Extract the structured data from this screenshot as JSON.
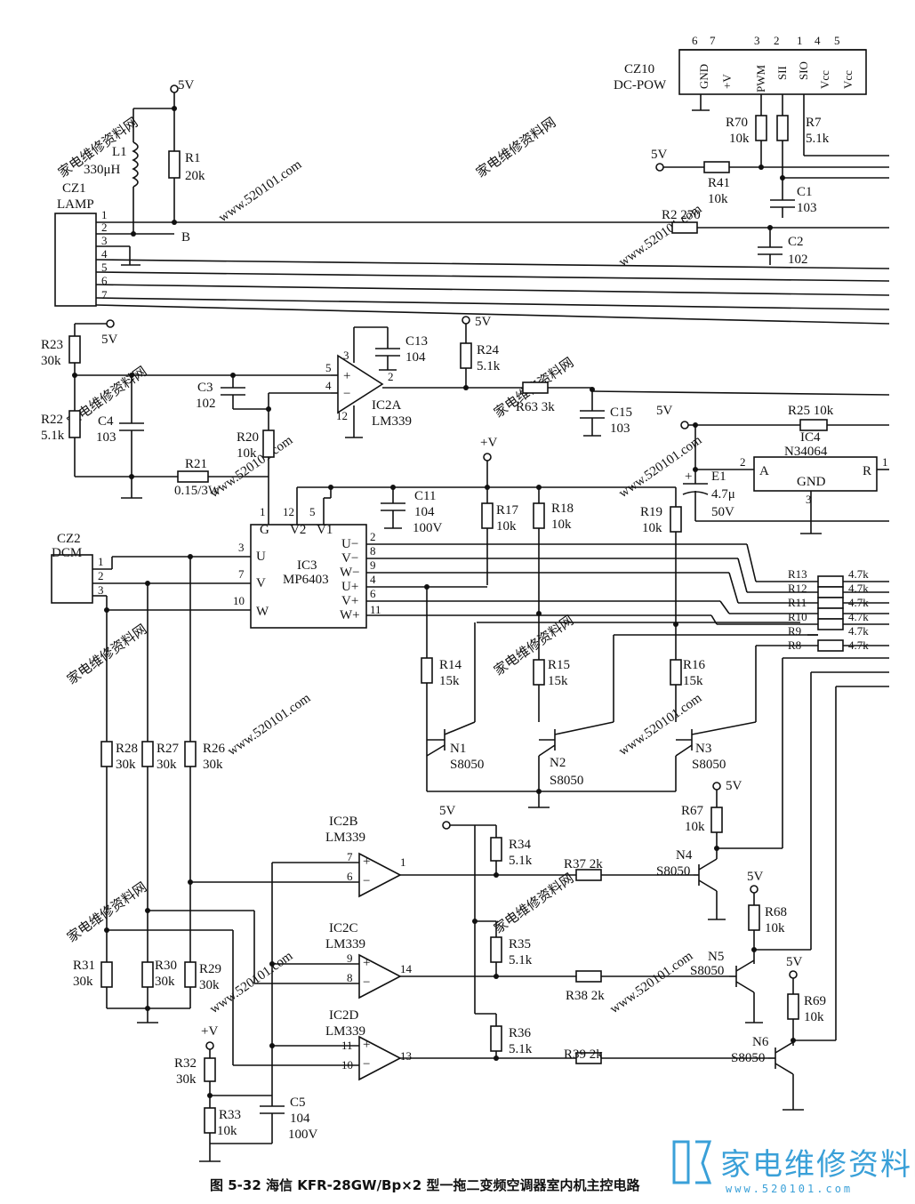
{
  "caption": "图 5-32   海信 KFR-28GW/Bp×2 型一拖二变频空调器室内机主控电路",
  "watermark": {
    "site_cn": "家电维修资料网",
    "url": "www.520101.com",
    "logo_text": "家电维修资料网",
    "logo_url": "www.520101.com"
  },
  "connectors": {
    "cz10": {
      "name": "CZ10",
      "sub": "DC-POW",
      "pins": [
        "6",
        "7",
        "3",
        "2",
        "1",
        "4",
        "5"
      ],
      "signals": [
        "GND",
        "+V",
        "PWM",
        "SII",
        "SIO",
        "Vcc",
        "Vcc"
      ]
    },
    "cz1": {
      "name": "CZ1",
      "sub": "LAMP",
      "pins": [
        "1",
        "2",
        "3",
        "4",
        "5",
        "6",
        "7"
      ]
    },
    "cz2": {
      "name": "CZ2",
      "sub": "DCM",
      "pins": [
        "1",
        "2",
        "3"
      ]
    }
  },
  "supplies": {
    "v5": "5V",
    "vplus": "+V",
    "node_b": "B"
  },
  "parts": {
    "l1": [
      "L1",
      "330μH"
    ],
    "r1": [
      "R1",
      "20k"
    ],
    "r70": [
      "R70",
      "10k"
    ],
    "r7": [
      "R7",
      "5.1k"
    ],
    "r41": [
      "R41",
      "10k"
    ],
    "c1": [
      "C1",
      "103"
    ],
    "r2": "R2 270",
    "c2": [
      "C2",
      "102"
    ],
    "r23": [
      "R23",
      "30k"
    ],
    "r22": [
      "R22",
      "5.1k"
    ],
    "c4": [
      "C4",
      "103"
    ],
    "c3": [
      "C3",
      "102"
    ],
    "c13": [
      "C13",
      "104"
    ],
    "r24": [
      "R24",
      "5.1k"
    ],
    "r63": "R63 3k",
    "c15": [
      "C15",
      "103"
    ],
    "r20": [
      "R20",
      "10k"
    ],
    "r21": [
      "R21",
      "0.15/3W"
    ],
    "r25": "R25 10k",
    "ic4": [
      "IC4",
      "N34064"
    ],
    "ic4_pins": {
      "a": "A",
      "r": "R",
      "gnd": "GND",
      "p1": "1",
      "p2": "2",
      "p3": "3"
    },
    "e1": [
      "E1",
      "4.7μ",
      "50V"
    ],
    "c11": [
      "C11",
      "104",
      "100V"
    ],
    "r17": [
      "R17",
      "10k"
    ],
    "r18": [
      "R18",
      "10k"
    ],
    "r19": [
      "R19",
      "10k"
    ],
    "r14": [
      "R14",
      "15k"
    ],
    "r15": [
      "R15",
      "15k"
    ],
    "r16": [
      "R16",
      "15k"
    ],
    "n1": [
      "N1",
      "S8050"
    ],
    "n2": [
      "N2",
      "S8050"
    ],
    "n3": [
      "N3",
      "S8050"
    ],
    "n4": [
      "N4",
      "S8050"
    ],
    "n5": [
      "N5",
      "S8050"
    ],
    "n6": [
      "N6",
      "S8050"
    ],
    "r28": [
      "R28",
      "30k"
    ],
    "r27": [
      "R27",
      "30k"
    ],
    "r26": [
      "R26",
      "30k"
    ],
    "r31": [
      "R31",
      "30k"
    ],
    "r30": [
      "R30",
      "30k"
    ],
    "r29": [
      "R29",
      "30k"
    ],
    "r32": [
      "R32",
      "30k"
    ],
    "r33": [
      "R33",
      "10k"
    ],
    "c5": [
      "C5",
      "104",
      "100V"
    ],
    "r34": [
      "R34",
      "5.1k"
    ],
    "r35": [
      "R35",
      "5.1k"
    ],
    "r36": [
      "R36",
      "5.1k"
    ],
    "r37": "R37 2k",
    "r38": "R38 2k",
    "r39": "R39 2k",
    "r67": [
      "R67",
      "10k"
    ],
    "r68": [
      "R68",
      "10k"
    ],
    "r69": [
      "R69",
      "10k"
    ],
    "r_net": [
      [
        "R13",
        "4.7k"
      ],
      [
        "R12",
        "4.7k"
      ],
      [
        "R11",
        "4.7k"
      ],
      [
        "R10",
        "4.7k"
      ],
      [
        "R9",
        "4.7k"
      ],
      [
        "R8",
        "4.7k"
      ]
    ]
  },
  "ics": {
    "ic2a": [
      "IC2A",
      "LM339"
    ],
    "ic2a_pins": [
      "5",
      "4",
      "3",
      "12",
      "2"
    ],
    "ic2b": [
      "IC2B",
      "LM339"
    ],
    "ic2b_pins": [
      "7",
      "6",
      "1"
    ],
    "ic2c": [
      "IC2C",
      "LM339"
    ],
    "ic2c_pins": [
      "9",
      "8",
      "14"
    ],
    "ic2d": [
      "IC2D",
      "LM339"
    ],
    "ic2d_pins": [
      "11",
      "10",
      "13"
    ],
    "ic3": {
      "name": "IC3",
      "part": "MP6403",
      "left": [
        [
          "3",
          "U"
        ],
        [
          "7",
          "V"
        ],
        [
          "10",
          "W"
        ]
      ],
      "top": [
        [
          "1",
          "G"
        ],
        [
          "12",
          "V2"
        ],
        [
          "5",
          "V1"
        ]
      ],
      "right": [
        [
          "2",
          "U−"
        ],
        [
          "8",
          "V−"
        ],
        [
          "9",
          "W−"
        ],
        [
          "4",
          "U+"
        ],
        [
          "6",
          "V+"
        ],
        [
          "11",
          "W+"
        ]
      ]
    }
  }
}
